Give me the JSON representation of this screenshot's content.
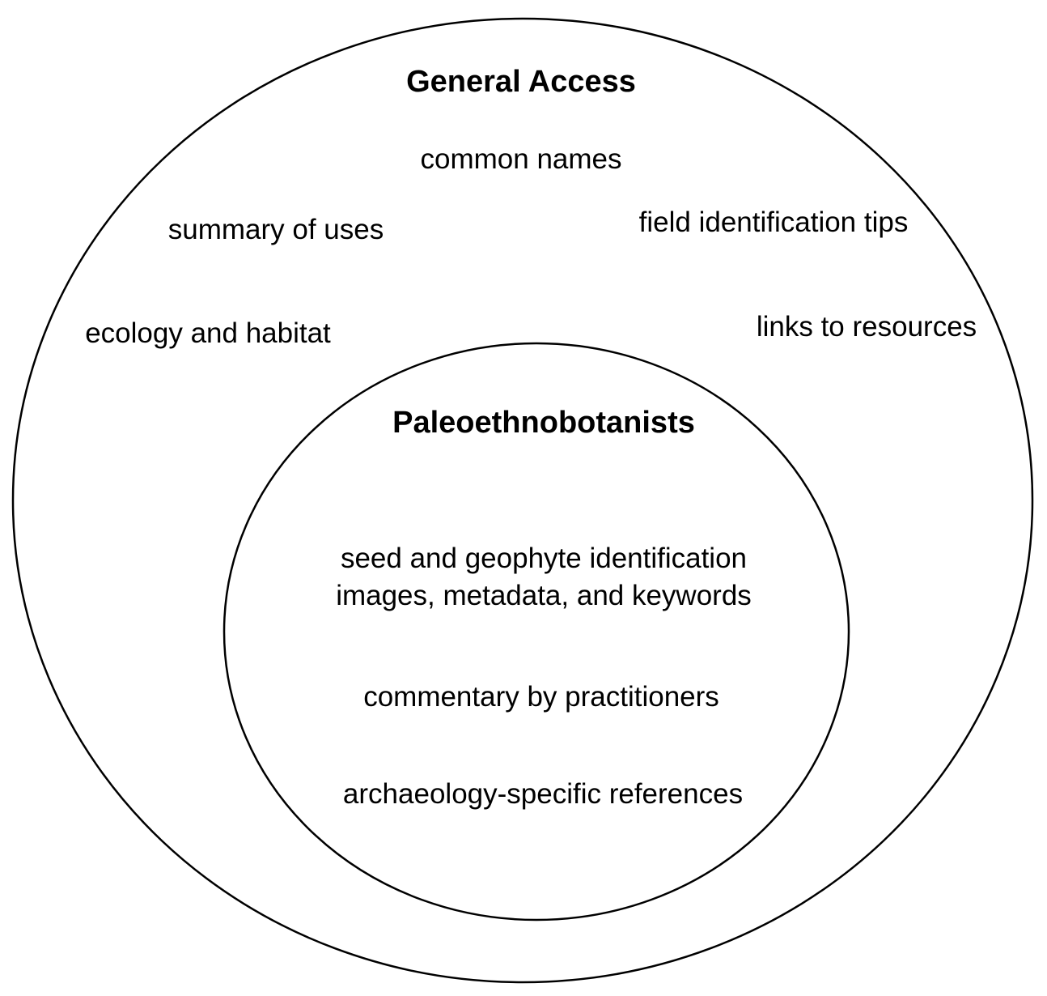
{
  "outer": {
    "title": "General Access",
    "items": [
      "common names",
      "summary of uses",
      "field identification tips",
      "ecology and habitat",
      "links to resources"
    ]
  },
  "inner": {
    "title": "Paleoethnobotanists",
    "items": [
      "seed and geophyte identification",
      "images, metadata, and keywords",
      "commentary by practitioners",
      "archaeology-specific references"
    ]
  },
  "colors": {
    "stroke": "#000000",
    "background": "#ffffff"
  }
}
